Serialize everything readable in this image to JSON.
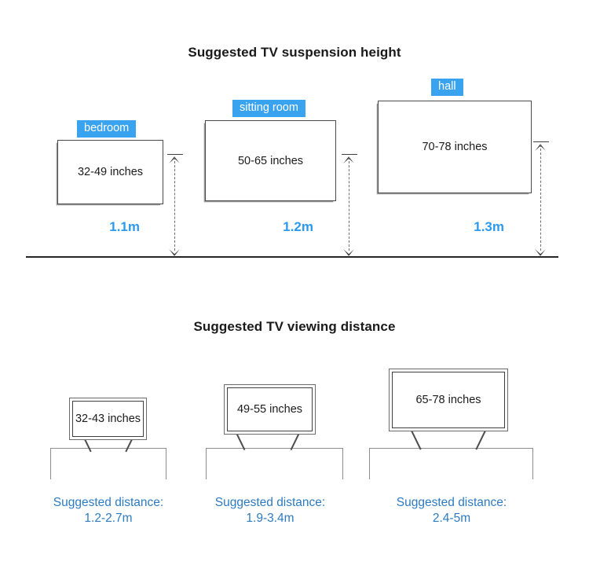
{
  "colors": {
    "badge_blue": "#3aa3ef",
    "measure_blue": "#2b9aed",
    "caption_blue": "#2d7bc0",
    "outline_dark": "#4a4a4a",
    "outline_gray": "#8d8d8d"
  },
  "suspension": {
    "title": "Suggested TV suspension height",
    "items": [
      {
        "room_label": "bedroom",
        "tv_size": "32-49 inches",
        "height_value": "1.1m"
      },
      {
        "room_label": "sitting room",
        "tv_size": "50-65 inches",
        "height_value": "1.2m"
      },
      {
        "room_label": "hall",
        "tv_size": "70-78 inches",
        "height_value": "1.3m"
      }
    ]
  },
  "viewing": {
    "title": "Suggested TV viewing distance",
    "items": [
      {
        "tv_size": "32-43 inches",
        "caption": "Suggested distance:\n1.2-2.7m"
      },
      {
        "tv_size": "49-55 inches",
        "caption": "Suggested distance:\n1.9-3.4m"
      },
      {
        "tv_size": "65-78 inches",
        "caption": "Suggested distance:\n2.4-5m"
      }
    ]
  }
}
